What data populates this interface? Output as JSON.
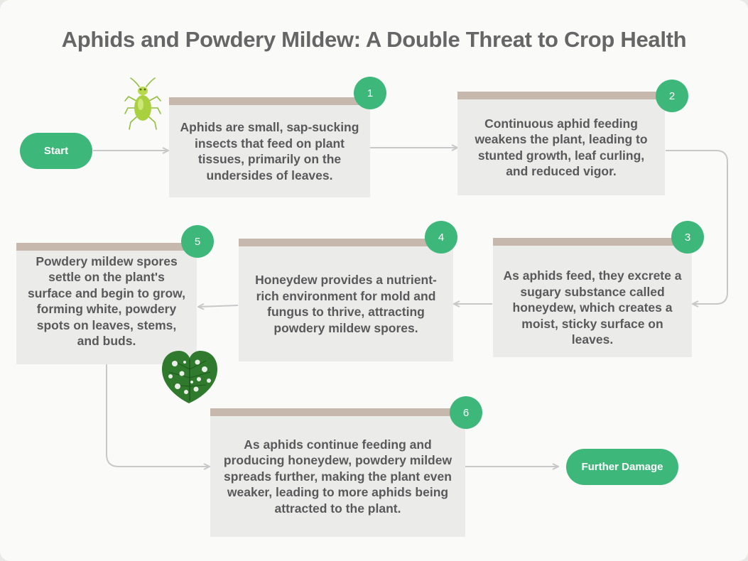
{
  "title": "Aphids and Powdery Mildew: A Double Threat to Crop Health",
  "start_label": "Start",
  "end_label": "Further Damage",
  "steps": [
    {
      "number": "1",
      "text": "Aphids are small, sap-sucking insects that feed on plant tissues, primarily on the undersides of leaves."
    },
    {
      "number": "2",
      "text": "Continuous aphid feeding weakens the plant, leading to stunted growth, leaf curling, and reduced vigor."
    },
    {
      "number": "3",
      "text": "As aphids feed, they excrete a sugary substance called honeydew, which creates a moist, sticky surface on leaves."
    },
    {
      "number": "4",
      "text": "Honeydew provides a nutrient-rich environment for mold and fungus to thrive, attracting powdery mildew spores."
    },
    {
      "number": "5",
      "text": "Powdery mildew spores settle on the plant's surface and begin to grow, forming white, powdery spots on leaves, stems, and buds."
    },
    {
      "number": "6",
      "text": "As aphids continue feeding and producing honeydew, powdery mildew spreads further, making the plant even weaker, leading to more aphids being attracted to the plant."
    }
  ],
  "colors": {
    "accent": "#3db87a",
    "card_bg": "#ebebea",
    "card_top": "#c6b8ad",
    "text": "#595959",
    "title": "#666666",
    "connector": "#c8c8c8"
  },
  "icons": {
    "aphid": "aphid-icon",
    "mildew_leaf": "mildew-leaf-icon"
  }
}
